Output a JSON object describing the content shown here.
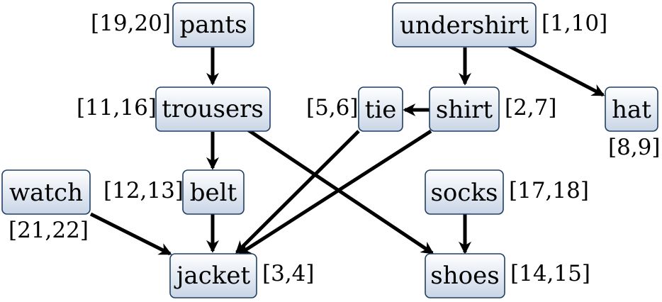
{
  "nodes": [
    {
      "id": "pants",
      "label": "pants",
      "times": "[19,20]"
    },
    {
      "id": "undershirt",
      "label": "undershirt",
      "times": "[1,10]"
    },
    {
      "id": "trousers",
      "label": "trousers",
      "times": "[11,16]"
    },
    {
      "id": "tie",
      "label": "tie",
      "times": "[5,6]"
    },
    {
      "id": "shirt",
      "label": "shirt",
      "times": "[2,7]"
    },
    {
      "id": "hat",
      "label": "hat",
      "times": "[8,9]"
    },
    {
      "id": "watch",
      "label": "watch",
      "times": "[21,22]"
    },
    {
      "id": "belt",
      "label": "belt",
      "times": "[12,13]"
    },
    {
      "id": "socks",
      "label": "socks",
      "times": "[17,18]"
    },
    {
      "id": "jacket",
      "label": "jacket",
      "times": "[3,4]"
    },
    {
      "id": "shoes",
      "label": "shoes",
      "times": "[14,15]"
    }
  ],
  "edges": [
    {
      "from": "pants",
      "to": "trousers"
    },
    {
      "from": "undershirt",
      "to": "shirt"
    },
    {
      "from": "undershirt",
      "to": "hat"
    },
    {
      "from": "shirt",
      "to": "tie"
    },
    {
      "from": "trousers",
      "to": "belt"
    },
    {
      "from": "trousers",
      "to": "shoes"
    },
    {
      "from": "tie",
      "to": "jacket"
    },
    {
      "from": "shirt",
      "to": "jacket"
    },
    {
      "from": "belt",
      "to": "jacket"
    },
    {
      "from": "watch",
      "to": "jacket"
    },
    {
      "from": "socks",
      "to": "shoes"
    }
  ],
  "colors": {
    "node_top": "#ffffff",
    "node_bottom": "#c9d5e6",
    "node_border": "#1f3f66",
    "edge": "#000000"
  }
}
